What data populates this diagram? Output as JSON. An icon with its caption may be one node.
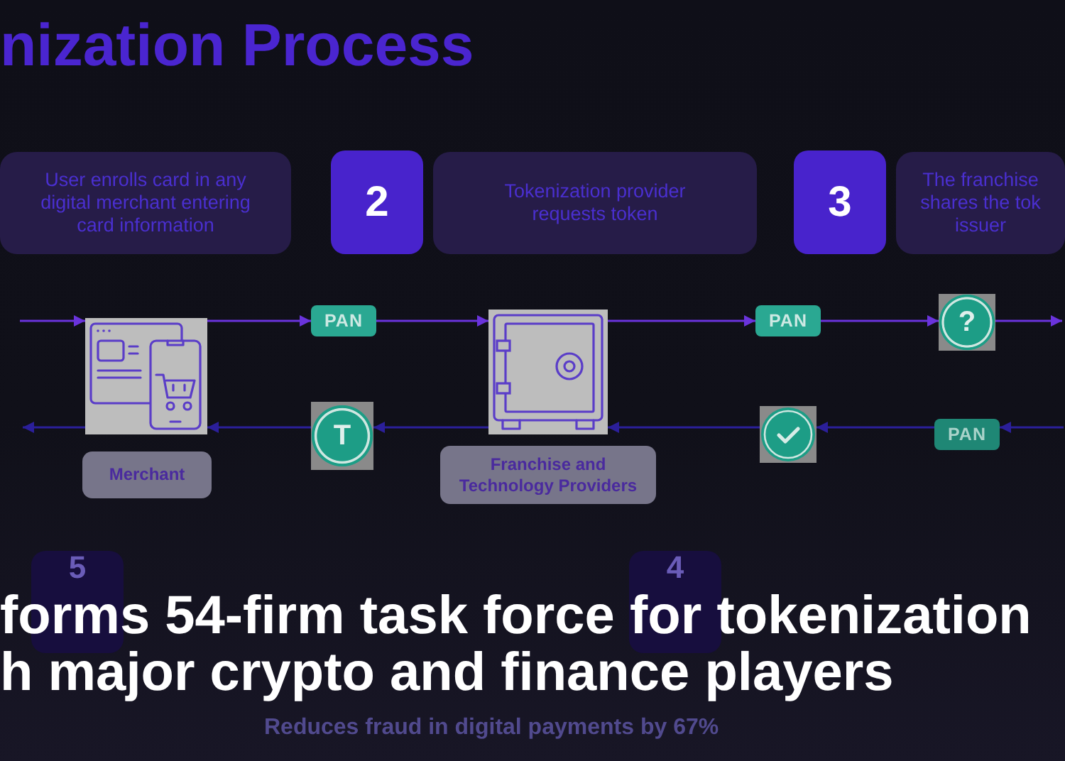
{
  "diagram": {
    "title": "nization Process",
    "caption": "forms 54-firm task force for tokenization h major crypto and finance players",
    "nodes": [
      {
        "text": [
          "User enrolls card in any digital merchant entering card information"
        ]
      },
      {
        "text": [
          "2"
        ]
      },
      {
        "text": [
          "Tokenization provider requests token"
        ]
      },
      {
        "text": [
          "3"
        ]
      },
      {
        "text": [
          "The franchise shares the tok issuer"
        ]
      },
      {
        "text": [],
        "shape": "picture"
      },
      {
        "text": [
          "PAN"
        ]
      },
      {
        "text": [],
        "shape": "picture"
      },
      {
        "text": [
          "PAN"
        ]
      },
      {
        "text": [
          "?"
        ]
      },
      {
        "text": [
          "T"
        ]
      },
      {
        "text": [],
        "shape": "picture"
      },
      {
        "text": [
          "PAN"
        ]
      },
      {
        "text": [
          "Merchant"
        ]
      },
      {
        "text": [
          "Franchise and Technology Providers"
        ]
      },
      {
        "text": [
          "5"
        ]
      },
      {
        "text": [
          "4"
        ]
      }
    ],
    "edges": [
      {
        "from": null,
        "to": 5,
        "arrow": "to"
      },
      {
        "from": 5,
        "to": 6,
        "arrow": "to"
      },
      {
        "from": 6,
        "to": 7,
        "arrow": "to"
      },
      {
        "from": 7,
        "to": 8,
        "arrow": "to"
      },
      {
        "from": 8,
        "to": 9,
        "arrow": "to"
      },
      {
        "from": 9,
        "to": null,
        "arrow": "to"
      },
      {
        "from": null,
        "to": 12,
        "arrow": "to",
        "color": "#2b1f9a"
      },
      {
        "from": 12,
        "to": 11,
        "arrow": "to",
        "color": "#2b1f9a"
      },
      {
        "from": 11,
        "to": 7,
        "arrow": "to",
        "color": "#2b1f9a"
      },
      {
        "from": 7,
        "to": 10,
        "arrow": "to",
        "color": "#2b1f9a"
      },
      {
        "from": 10,
        "to": 5,
        "arrow": "to",
        "color": "#2b1f9a"
      },
      {
        "from": 5,
        "to": null,
        "arrow": "to",
        "color": "#2b1f9a"
      }
    ],
    "labels": [
      "Reduces fraud in digital payments by 67%"
    ]
  }
}
